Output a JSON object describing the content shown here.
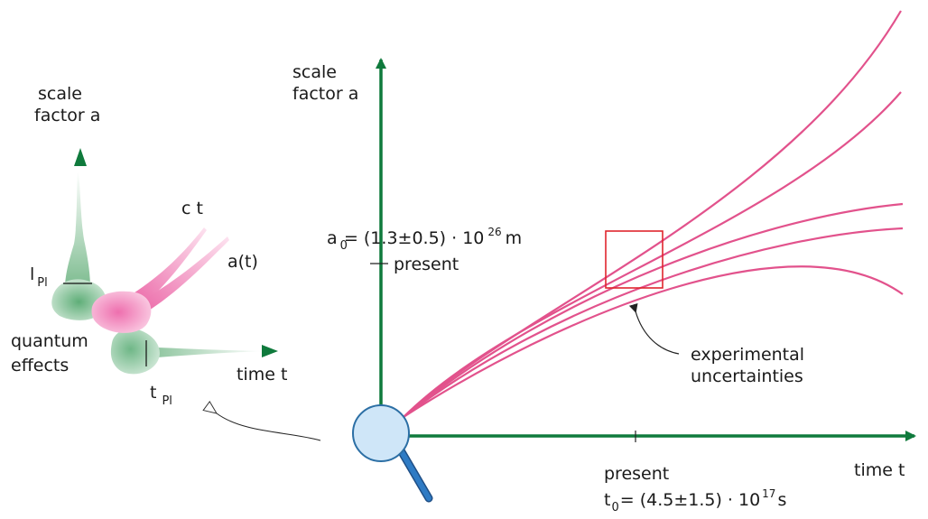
{
  "colors": {
    "axis": "#0f7a3c",
    "curve": "#e2528c",
    "box": "#e0262e",
    "lens_fill": "#cfe6f8",
    "lens_stroke": "#2c6fa5",
    "handle": "#2a6aab",
    "quantum_green": "#8fc59e",
    "quantum_pink": "#f08bbf"
  },
  "icons": {
    "magnifier": "magnifier-icon",
    "arrowhead": "arrow-head-icon"
  },
  "main": {
    "y_label_line1": "scale",
    "y_label_line2": "factor a",
    "x_label": "time t",
    "a0_a": "a",
    "a0_sub": "0",
    "a0_rest": "= (1.3±0.5) · 10",
    "a0_exp": "26",
    "a0_unit": "m",
    "present_y": "present",
    "present_x": "present",
    "t0_t": "t",
    "t0_sub": "0",
    "t0_rest": "= (4.5±1.5) · 10",
    "t0_exp": "17",
    "t0_unit": "s",
    "uncert_line1": "experimental",
    "uncert_line2": "uncertainties"
  },
  "inset": {
    "y_label_line1": "scale",
    "y_label_line2": "factor a",
    "ct": "c t",
    "at": "a(t)",
    "lpl_l": "l",
    "lpl_sub": "Pl",
    "quantum_line1": "quantum",
    "quantum_line2": "effects",
    "tpl_t": "t",
    "tpl_sub": "Pl",
    "x_label": "time t"
  }
}
